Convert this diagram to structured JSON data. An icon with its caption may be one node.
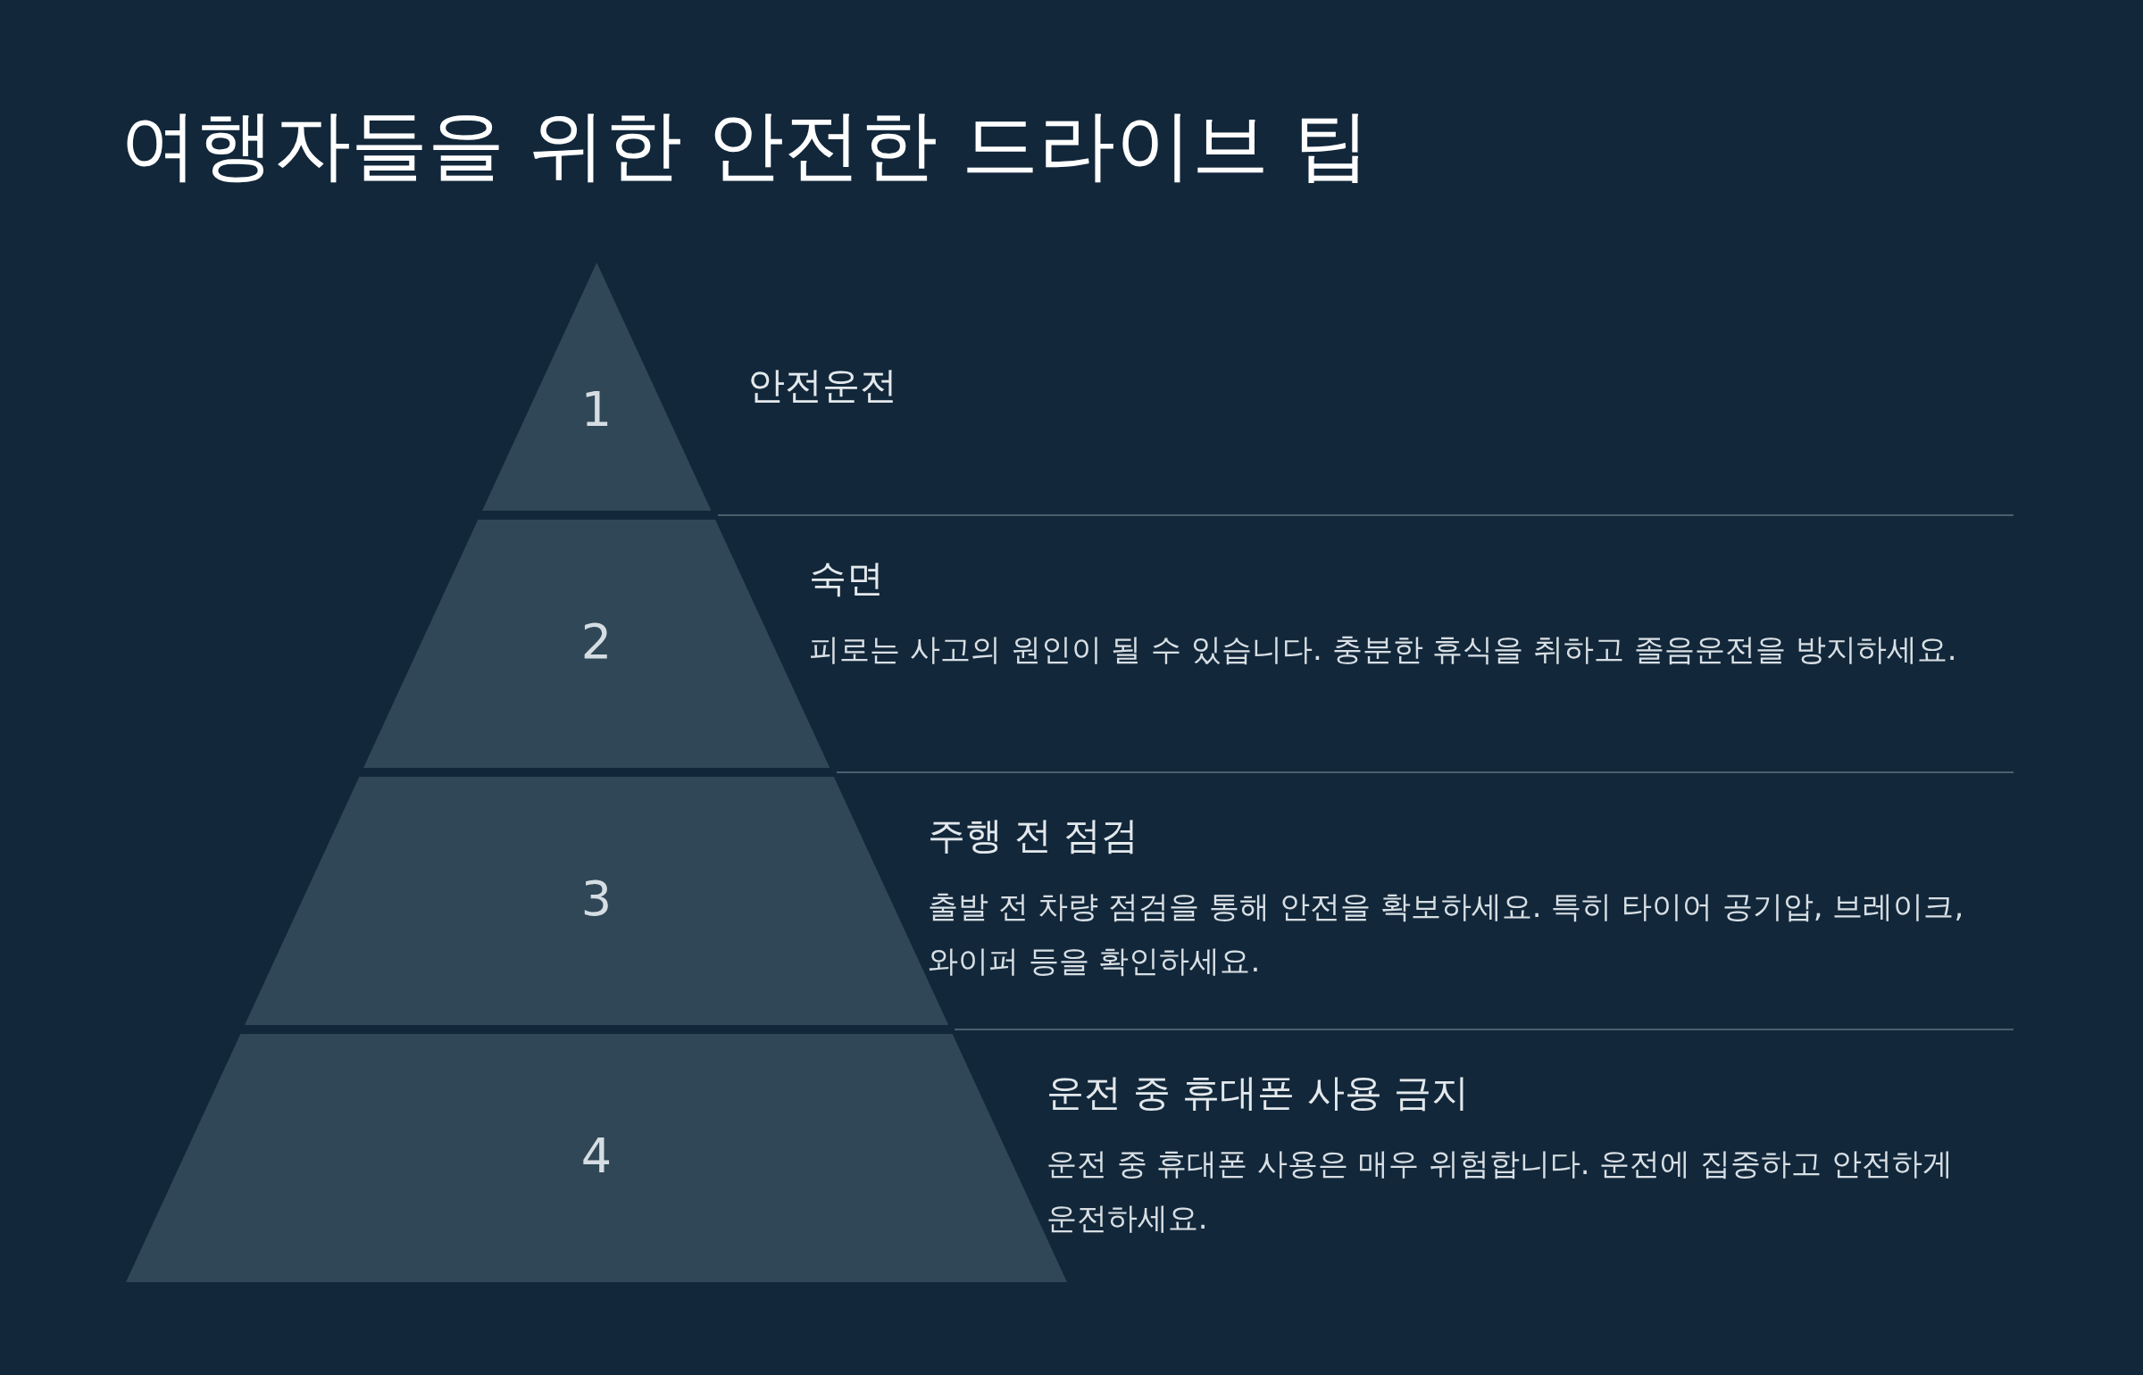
{
  "diagram": {
    "title": "여행자들을 위한 안전한 드라이브 팁",
    "nodes": [
      {
        "text": [
          "1"
        ],
        "beside": [
          "안전운전"
        ]
      },
      {
        "text": [
          "2"
        ],
        "beside": [
          "숙면",
          "피로는 사고의 원인이 될 수 있습니다. 충분한 휴식을 취하고 졸음운전을 방지하세요."
        ]
      },
      {
        "text": [
          "3"
        ],
        "beside": [
          "주행 전 점검",
          "출발 전 차량 점검을 통해 안전을 확보하세요. 특히 타이어 공기압, 브레이크, 와이퍼 등을 확인하세요."
        ]
      },
      {
        "text": [
          "4"
        ],
        "beside": [
          "운전 중 휴대폰 사용 금지",
          "운전 중 휴대폰 사용은 매우 위험합니다. 운전에 집중하고 안전하게 운전하세요."
        ]
      }
    ]
  }
}
